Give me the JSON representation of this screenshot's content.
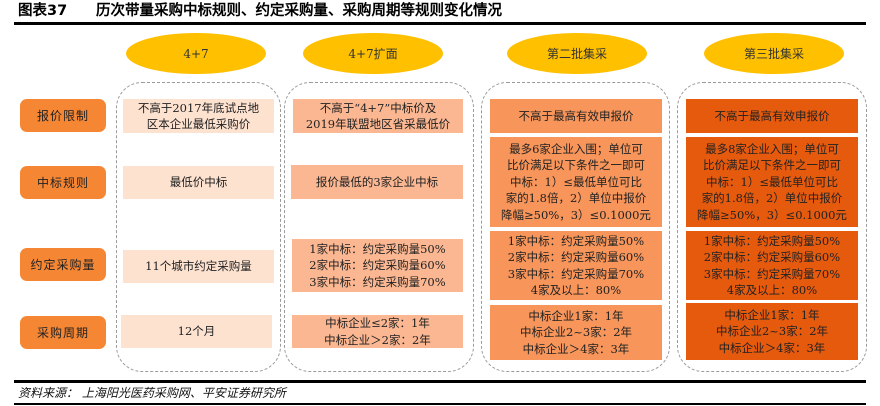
{
  "title": {
    "figure_no": "图表37",
    "text": "历次带量采购中标规则、约定采购量、采购周期等规则变化情况"
  },
  "columns": [
    {
      "header": "4+7"
    },
    {
      "header": "4+7扩面"
    },
    {
      "header": "第二批集采"
    },
    {
      "header": "第三批集采"
    }
  ],
  "rows": [
    {
      "label": "报价限制"
    },
    {
      "label": "中标规则"
    },
    {
      "label": "约定采购量"
    },
    {
      "label": "采购周期"
    }
  ],
  "cells": {
    "c1": {
      "price_limit": "不高于2017年底试点地\n区本企业最低采购价",
      "win_rule": "最低价中标",
      "volume": "11个城市约定采购量",
      "period": "12个月"
    },
    "c2": {
      "price_limit": "不高于“4+7”中标价及\n2019年联盟地区省采最低价",
      "win_rule": "报价最低的3家企业中标",
      "volume": "1家中标：约定采购量50%\n2家中标：约定采购量60%\n3家中标：约定采购量70%",
      "period": "中标企业≤2家：1年\n中标企业＞2家：2年"
    },
    "c3": {
      "price_limit": "不高于最高有效申报价",
      "win_rule": "最多6家企业入围；单位可\n比价满足以下条件之一即可\n中标：1）≤最低单位可比\n家的1.8倍，2）单位中报价\n降幅≥50%，3）≤0.1000元",
      "volume": "1家中标：约定采购量50%\n2家中标：约定采购量60%\n3家中标：约定采购量70%\n4家及以上：80%",
      "period": "中标企业1家：1年\n中标企业2~3家：2年\n中标企业＞4家：3年"
    },
    "c4": {
      "price_limit": "不高于最高有效申报价",
      "win_rule": "最多8家企业入围；单位可\n比价满足以下条件之一即可\n中标：1）≤最低单位可比\n家的1.8倍，2）单位中报价\n降幅≥50%，3）≤0.1000元",
      "volume": "1家中标：约定采购量50%\n2家中标：约定采购量60%\n3家中标：约定采购量70%\n4家及以上：80%",
      "period": "中标企业1家：1年\n中标企业2~3家：2年\n中标企业＞4家：3年"
    }
  },
  "colors": {
    "header_ellipse": "#ffc000",
    "row_label": "#f58634",
    "col1_fill": "#fde2d0",
    "col2_fill": "#fbb792",
    "col3_fill": "#f7955a",
    "col4_fill": "#e65a0e"
  },
  "footer": {
    "source": "资料来源：  上海阳光医药采购网、平安证券研究所"
  }
}
